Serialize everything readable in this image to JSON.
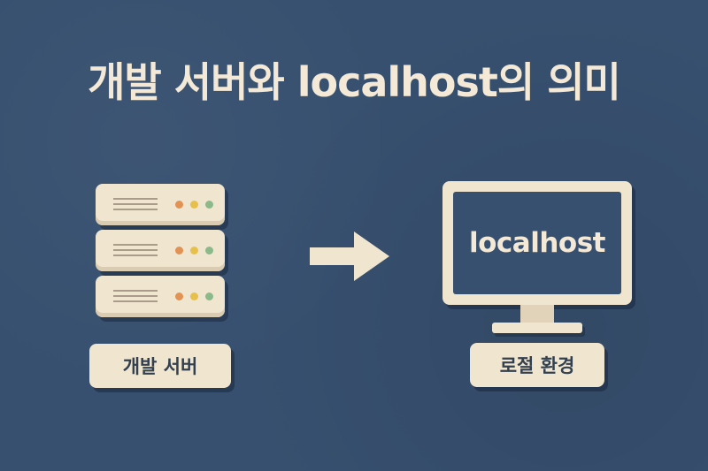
{
  "title": "개발 서버와 localhost의 의미",
  "left": {
    "icon": "server-rack-icon",
    "label": "개발 서버"
  },
  "connector": {
    "icon": "arrow-right-icon"
  },
  "right": {
    "icon": "monitor-icon",
    "screen_text": "localhost",
    "label": "로절 환경"
  },
  "colors": {
    "background": "#37506f",
    "cream": "#f0e5cf",
    "text_dark": "#32404f",
    "led_orange": "#e29252",
    "led_yellow": "#e6c04a",
    "led_green": "#8cb98a"
  }
}
